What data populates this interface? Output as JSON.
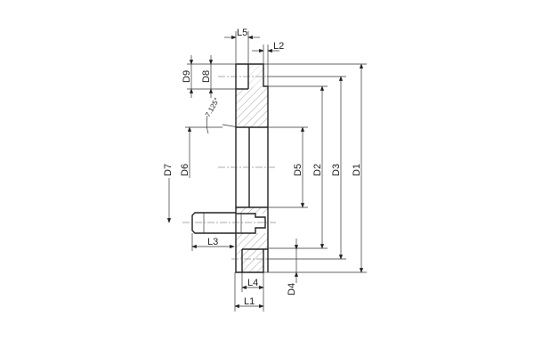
{
  "drawing": {
    "dimensions": {
      "L1": "L1",
      "L2": "L2",
      "L3": "L3",
      "L4": "L4",
      "L5": "L5",
      "D1": "D1",
      "D2": "D2",
      "D3": "D3",
      "D4": "D4",
      "D5": "D5",
      "D6": "D6",
      "D7": "D7",
      "D8": "D8",
      "D9": "D9"
    },
    "chamfer_angle": "7.125°",
    "line_color": "#222222"
  }
}
